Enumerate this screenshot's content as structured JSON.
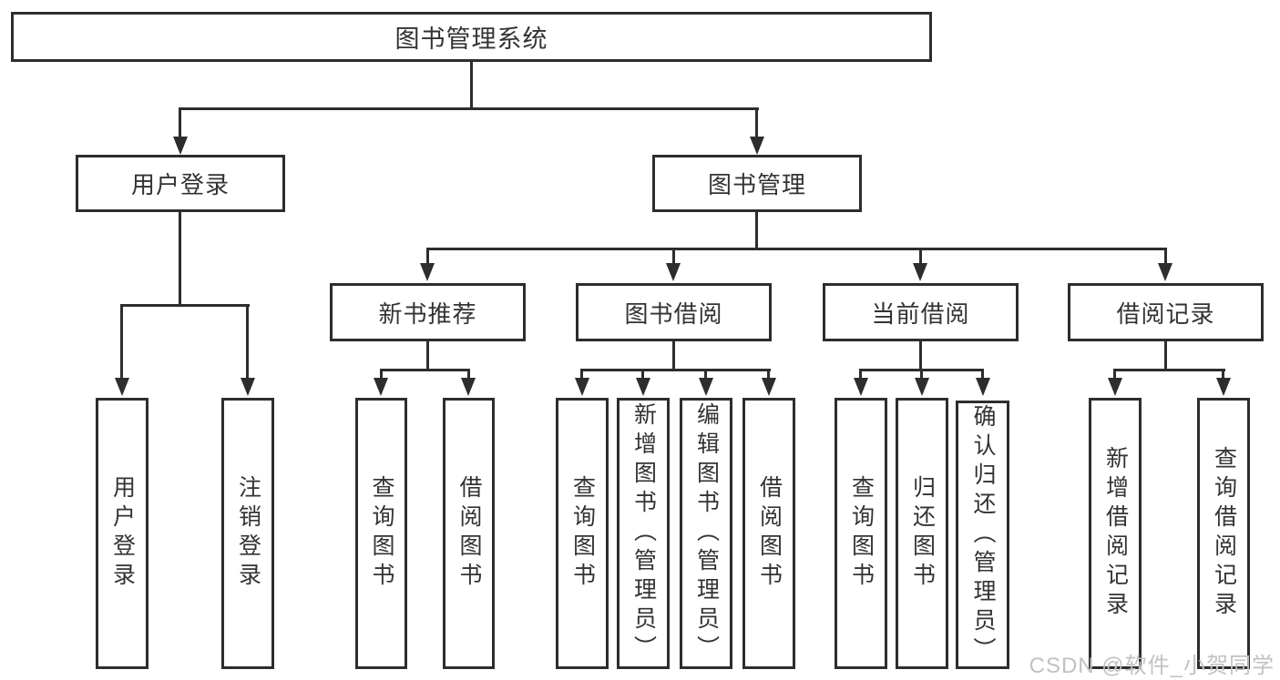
{
  "diagram": {
    "root": {
      "label": "图书管理系统"
    },
    "branches": {
      "user_login": {
        "label": "用户登录",
        "children": {
          "login": "用户登录",
          "logout": "注销登录"
        }
      },
      "book_mgmt": {
        "label": "图书管理",
        "sections": {
          "new_books": {
            "label": "新书推荐",
            "children": {
              "query": "查询图书",
              "borrow": "借阅图书"
            }
          },
          "borrowing": {
            "label": "图书借阅",
            "children": {
              "query": "查询图书",
              "add": "新增图书（管理员）",
              "edit": "编辑图书（管理员）",
              "borrow": "借阅图书"
            }
          },
          "current": {
            "label": "当前借阅",
            "children": {
              "query": "查询图书",
              "return": "归还图书",
              "confirm": "确认归还（管理员）"
            }
          },
          "records": {
            "label": "借阅记录",
            "children": {
              "add": "新增借阅记录",
              "query": "查询借阅记录"
            }
          }
        }
      }
    }
  },
  "watermark": {
    "text": "CSDN @软件_小贺同学"
  },
  "colors": {
    "line": "#2d2d2d",
    "text": "#333333",
    "background": "#ffffff",
    "watermark": "#c2c2c2"
  }
}
